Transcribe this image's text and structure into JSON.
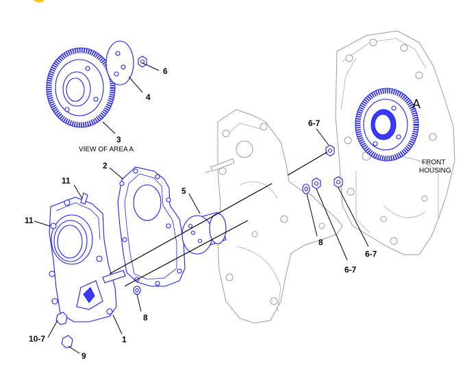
{
  "callouts": {
    "c1": "1",
    "c2": "2",
    "c3": "3",
    "c4": "4",
    "c5": "5",
    "c6": "6",
    "c8a": "8",
    "c8b": "8",
    "c9": "9",
    "c11a": "11",
    "c11b": "11",
    "c10_7": "10-7",
    "c6_7a": "6-7",
    "c6_7b": "6-7",
    "c6_7c": "6-7"
  },
  "labels": {
    "view_of_area": "VIEW OF AREA A",
    "area_letter": "A",
    "front_housing_line1": "FRONT",
    "front_housing_line2": "HOUSING"
  },
  "colors": {
    "part_line": "#1a1aff",
    "ghost_line": "#9a9a9a",
    "accent_corner": "#f3c623"
  }
}
